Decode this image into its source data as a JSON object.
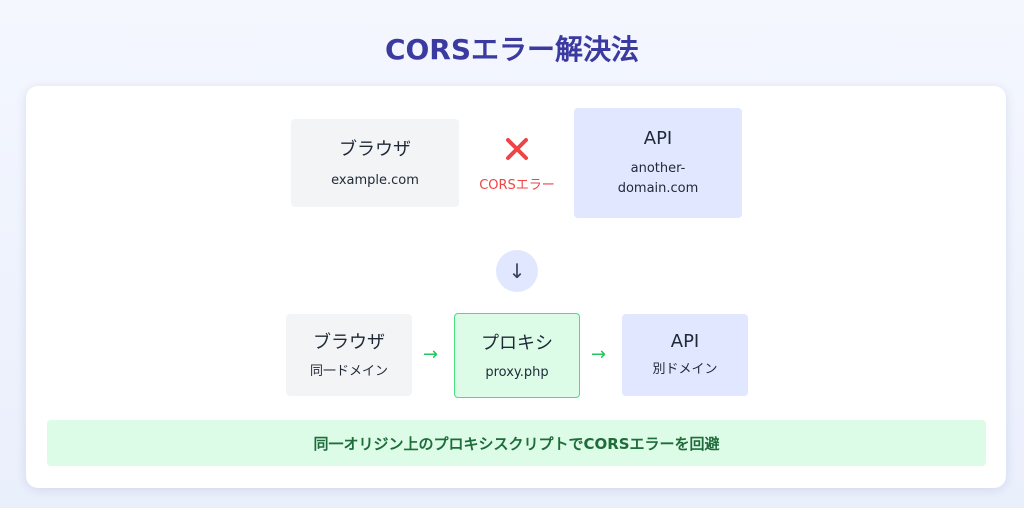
{
  "title": "CORSエラー解決法",
  "top_row": {
    "browser": {
      "title": "ブラウザ",
      "domain": "example.com"
    },
    "error_icon": "cross-icon",
    "error_label": "CORSエラー",
    "api": {
      "title": "API",
      "domain": "another-domain.com"
    }
  },
  "down_arrow": "↓",
  "bottom_row": {
    "browser": {
      "title": "ブラウザ",
      "sub": "同一ドメイン"
    },
    "arrow1": "→",
    "proxy": {
      "title": "プロキシ",
      "sub": "proxy.php"
    },
    "arrow2": "→",
    "api": {
      "title": "API",
      "sub": "別ドメイン"
    }
  },
  "banner": "同一オリジン上のプロキシスクリプトでCORSエラーを回避",
  "colors": {
    "title": "#3b3aa0",
    "error": "#ef4444",
    "gray_box": "#f3f4f6",
    "blue_box": "#e0e7ff",
    "green_box": "#dcfce7",
    "green_border": "#4ade80",
    "arrow": "#22c55e",
    "banner_text": "#1f6b3a"
  }
}
